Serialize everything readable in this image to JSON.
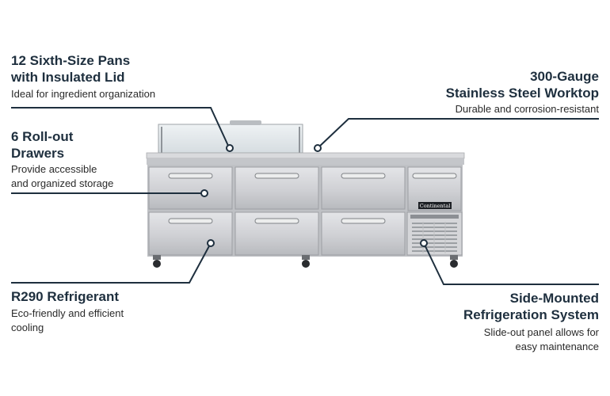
{
  "callouts": {
    "pans": {
      "title_line1": "12 Sixth-Size Pans",
      "title_line2": "with Insulated Lid",
      "desc_line1": "Ideal for ingredient organization"
    },
    "drawers": {
      "title_line1": "6 Roll-out",
      "title_line2": "Drawers",
      "desc_line1": "Provide accessible",
      "desc_line2": "and organized storage"
    },
    "refrigerant": {
      "title_line1": "R290 Refrigerant",
      "desc_line1": "Eco-friendly and efficient",
      "desc_line2": "cooling"
    },
    "worktop": {
      "title_line1": "300-Gauge",
      "title_line2": "Stainless Steel Worktop",
      "desc_line1": "Durable and corrosion-resistant"
    },
    "system": {
      "title_line1": "Side-Mounted",
      "title_line2": "Refrigeration System",
      "desc_line1": "Slide-out panel allows for",
      "desc_line2": "easy maintenance"
    }
  },
  "product": {
    "brand_badge": "Continental"
  },
  "colors": {
    "title_text": "#1e2f3e",
    "leader_line": "#1e2f3e",
    "steel_light": "#dcdde0",
    "steel_dark": "#a9abb0"
  }
}
